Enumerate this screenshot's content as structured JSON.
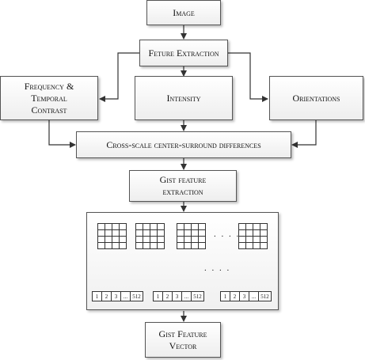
{
  "nodes": {
    "image": "Image",
    "feature_extraction": "Feture Extraction",
    "frequency_temporal_contrast": "Frequency &\nTemporal\nContrast",
    "intensity": "Intensity",
    "orientations": "Orientations",
    "cross_scale": "Cross-scale center-surround differences",
    "gist_extraction": "Gist feature\nextraction",
    "gist_vector": "Gist Feature\nVector"
  },
  "panel": {
    "ellipsis_top": ". . . .",
    "ellipsis_mid": ". . . .",
    "vector_cells": [
      "1",
      "2",
      "3",
      "...",
      "512"
    ]
  },
  "colors": {
    "line": "#333333",
    "box_border": "#555555",
    "box_fill_top": "#ffffff",
    "box_fill_bottom": "#eeeeee"
  }
}
